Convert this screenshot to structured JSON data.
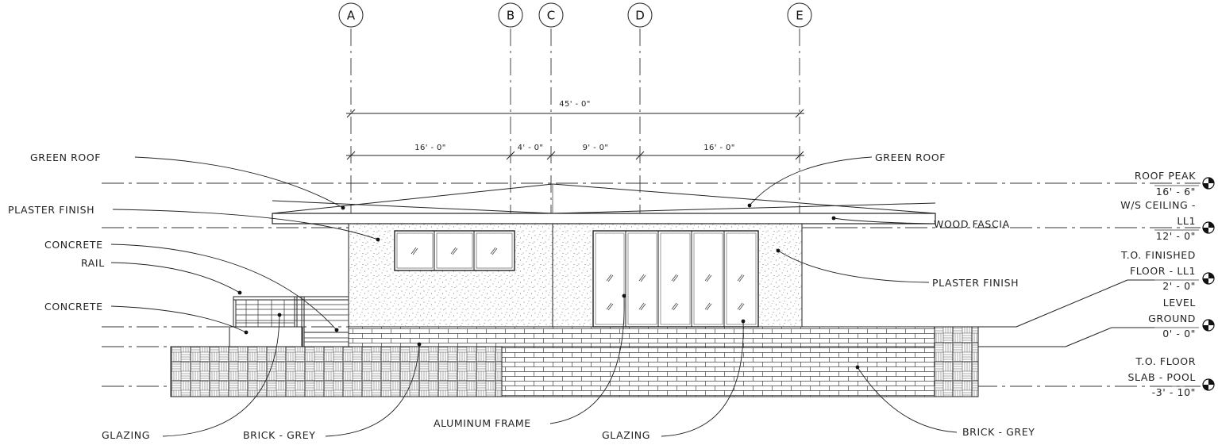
{
  "grid_labels": [
    "A",
    "B",
    "C",
    "D",
    "E"
  ],
  "dimensions": {
    "overall": "45' - 0\"",
    "segments": [
      "16' - 0\"",
      "4' - 0\"",
      "9' - 0\"",
      "16' - 0\""
    ]
  },
  "levels": [
    {
      "name_lines": [
        "ROOF PEAK"
      ],
      "elevation": "16' - 6\""
    },
    {
      "name_lines": [
        "W/S CEILING -",
        "LL1"
      ],
      "elevation": "12' - 0\""
    },
    {
      "name_lines": [
        "T.O. FINISHED",
        "FLOOR - LL1"
      ],
      "elevation": "2' - 0\""
    },
    {
      "name_lines": [
        "LEVEL",
        "GROUND"
      ],
      "elevation": "0' - 0\""
    },
    {
      "name_lines": [
        "T.O. FLOOR",
        "SLAB - POOL"
      ],
      "elevation": "-3' - 10\""
    }
  ],
  "annotations": {
    "green_roof_left": "GREEN ROOF",
    "plaster_finish_left": "PLASTER FINISH",
    "concrete_upper": "CONCRETE",
    "rail": "RAIL",
    "concrete_lower": "CONCRETE",
    "glazing_left": "GLAZING",
    "brick_grey_left": "BRICK - GREY",
    "aluminum_frame": "ALUMINUM FRAME",
    "glazing_right": "GLAZING",
    "brick_grey_right": "BRICK - GREY",
    "green_roof_right": "GREEN ROOF",
    "wood_fascia": "WOOD FASCIA",
    "plaster_finish_right": "PLASTER FINISH"
  }
}
